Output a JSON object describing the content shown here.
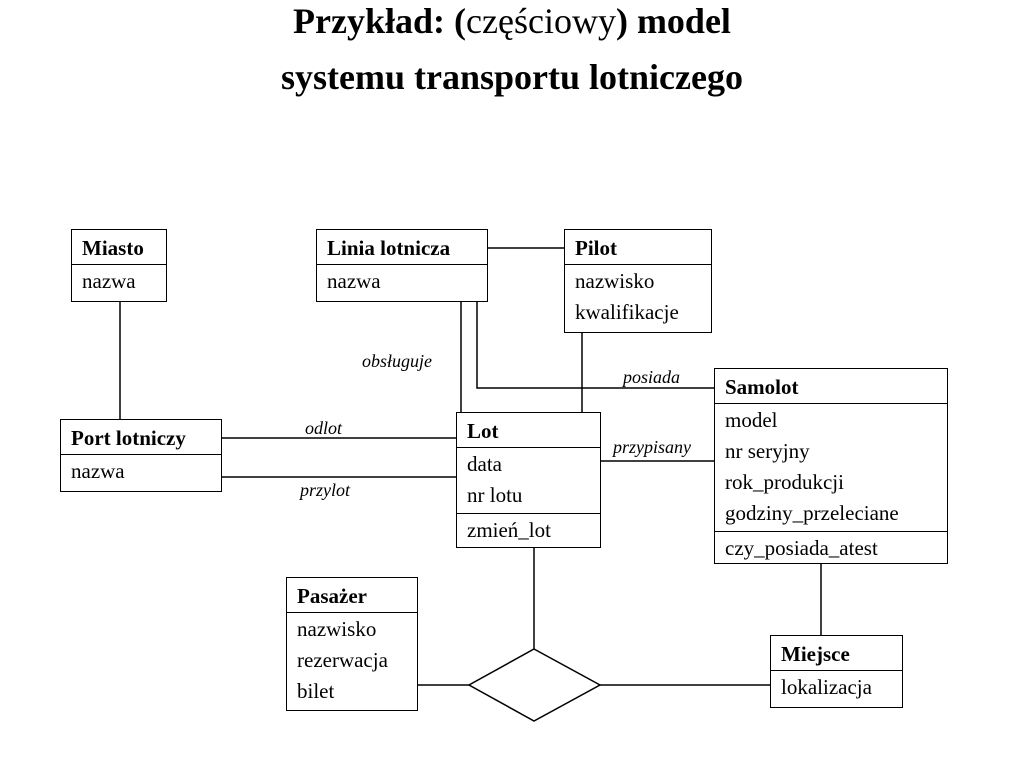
{
  "title": {
    "line1_bold_a": "Przykład: (",
    "line1_normal": "częściowy",
    "line1_bold_b": ") model",
    "line2": "systemu transportu lotniczego"
  },
  "entities": {
    "miasto": {
      "name": "Miasto",
      "attrs": [
        "nazwa"
      ]
    },
    "linia": {
      "name": "Linia lotnicza",
      "attrs": [
        "nazwa"
      ]
    },
    "pilot": {
      "name": "Pilot",
      "attrs": [
        "nazwisko",
        "kwalifikacje"
      ]
    },
    "port": {
      "name": "Port lotniczy",
      "attrs": [
        "nazwa"
      ]
    },
    "lot": {
      "name": "Lot",
      "attrs": [
        "data",
        "nr lotu"
      ],
      "ops": [
        "zmień_lot"
      ]
    },
    "samolot": {
      "name": "Samolot",
      "attrs": [
        "model",
        "nr seryjny",
        "rok_produkcji",
        "godziny_przeleciane"
      ],
      "ops": [
        "czy_posiada_atest"
      ]
    },
    "pasazer": {
      "name": "Pasażer",
      "attrs": [
        "nazwisko",
        "rezerwacja",
        "bilet"
      ]
    },
    "miejsce": {
      "name": "Miejsce",
      "attrs": [
        "lokalizacja"
      ]
    }
  },
  "labels": {
    "obsluguje": "obsługuje",
    "posiada": "posiada",
    "odlot": "odlot",
    "przypisany": "przypisany",
    "przylot": "przylot"
  }
}
